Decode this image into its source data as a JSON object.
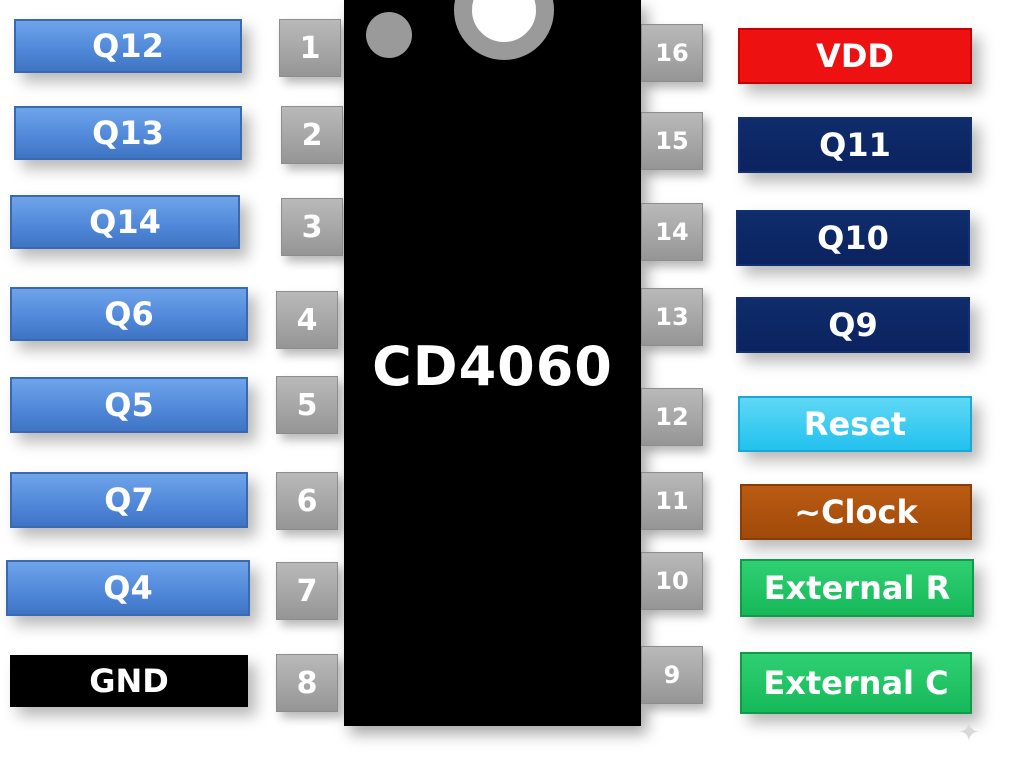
{
  "chip": {
    "name": "CD4060"
  },
  "left_pins": [
    {
      "number": "1",
      "label": "Q12"
    },
    {
      "number": "2",
      "label": "Q13"
    },
    {
      "number": "3",
      "label": "Q14"
    },
    {
      "number": "4",
      "label": "Q6"
    },
    {
      "number": "5",
      "label": "Q5"
    },
    {
      "number": "6",
      "label": "Q7"
    },
    {
      "number": "7",
      "label": "Q4"
    },
    {
      "number": "8",
      "label": "GND"
    }
  ],
  "right_pins": [
    {
      "number": "16",
      "label": "VDD"
    },
    {
      "number": "15",
      "label": "Q11"
    },
    {
      "number": "14",
      "label": "Q10"
    },
    {
      "number": "13",
      "label": "Q9"
    },
    {
      "number": "12",
      "label": "Reset"
    },
    {
      "number": "11",
      "label": "~Clock"
    },
    {
      "number": "10",
      "label": "External R"
    },
    {
      "number": "9",
      "label": "External C"
    }
  ],
  "colors": {
    "output_pin": "#4f87d8",
    "output_pin_dark": "#0b2360",
    "power": "#ee1111",
    "ground": "#000000",
    "reset": "#22c1ee",
    "clock": "#a04a0a",
    "external": "#16b95a"
  }
}
